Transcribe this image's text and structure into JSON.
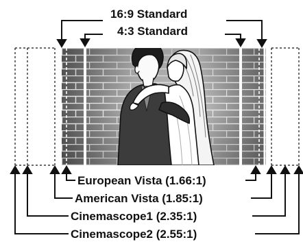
{
  "labels": {
    "standard_16_9": "16:9 Standard",
    "standard_4_3": "4:3 Standard",
    "european_vista": "European Vista (1.66:1)",
    "american_vista": "American Vista (1.85:1)",
    "cinemascope1": "Cinemascope1 (2.35:1)",
    "cinemascope2": "Cinemascope2 (2.55:1)"
  },
  "icons": {
    "arrow": "arrow-icon",
    "illustration": "couple-embrace-illustration"
  },
  "colors": {
    "line": "#111111",
    "wall": "#9a9a9a",
    "frame_white": "#ffffff"
  }
}
